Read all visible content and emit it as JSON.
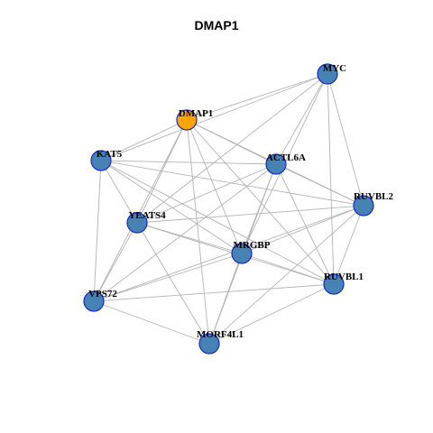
{
  "title": "DMAP1",
  "colors": {
    "center_node": "#ffa500",
    "node": "#4682b4",
    "node_border": "#1a28c8",
    "edge": "#b3b3b3"
  },
  "nodes": [
    {
      "id": "DMAP1",
      "label": "DMAP1",
      "center": true
    },
    {
      "id": "MYC",
      "label": "MYC"
    },
    {
      "id": "KAT5",
      "label": "KAT5"
    },
    {
      "id": "ACTL6A",
      "label": "ACTL6A"
    },
    {
      "id": "RUVBL2",
      "label": "RUVBL2"
    },
    {
      "id": "YEATS4",
      "label": "YEATS4"
    },
    {
      "id": "MRGBP",
      "label": "MRGBP"
    },
    {
      "id": "RUVBL1",
      "label": "RUVBL1"
    },
    {
      "id": "VPS72",
      "label": "VPS72"
    },
    {
      "id": "MORF4L1",
      "label": "MORF4L1"
    }
  ],
  "edges": [
    [
      "DMAP1",
      "MYC"
    ],
    [
      "DMAP1",
      "KAT5"
    ],
    [
      "DMAP1",
      "ACTL6A"
    ],
    [
      "DMAP1",
      "RUVBL2"
    ],
    [
      "DMAP1",
      "YEATS4"
    ],
    [
      "DMAP1",
      "MRGBP"
    ],
    [
      "DMAP1",
      "RUVBL1"
    ],
    [
      "DMAP1",
      "VPS72"
    ],
    [
      "DMAP1",
      "MORF4L1"
    ],
    [
      "MYC",
      "KAT5"
    ],
    [
      "MYC",
      "ACTL6A"
    ],
    [
      "MYC",
      "RUVBL2"
    ],
    [
      "MYC",
      "RUVBL1"
    ],
    [
      "MYC",
      "YEATS4"
    ],
    [
      "MYC",
      "MRGBP"
    ],
    [
      "KAT5",
      "ACTL6A"
    ],
    [
      "KAT5",
      "RUVBL2"
    ],
    [
      "KAT5",
      "YEATS4"
    ],
    [
      "KAT5",
      "MRGBP"
    ],
    [
      "KAT5",
      "VPS72"
    ],
    [
      "KAT5",
      "RUVBL1"
    ],
    [
      "ACTL6A",
      "RUVBL2"
    ],
    [
      "ACTL6A",
      "YEATS4"
    ],
    [
      "ACTL6A",
      "MRGBP"
    ],
    [
      "ACTL6A",
      "RUVBL1"
    ],
    [
      "ACTL6A",
      "VPS72"
    ],
    [
      "ACTL6A",
      "MORF4L1"
    ],
    [
      "RUVBL2",
      "YEATS4"
    ],
    [
      "RUVBL2",
      "MRGBP"
    ],
    [
      "RUVBL2",
      "RUVBL1"
    ],
    [
      "RUVBL2",
      "VPS72"
    ],
    [
      "RUVBL2",
      "MORF4L1"
    ],
    [
      "YEATS4",
      "MRGBP"
    ],
    [
      "YEATS4",
      "RUVBL1"
    ],
    [
      "YEATS4",
      "VPS72"
    ],
    [
      "YEATS4",
      "MORF4L1"
    ],
    [
      "MRGBP",
      "RUVBL1"
    ],
    [
      "MRGBP",
      "VPS72"
    ],
    [
      "MRGBP",
      "MORF4L1"
    ],
    [
      "RUVBL1",
      "VPS72"
    ],
    [
      "RUVBL1",
      "MORF4L1"
    ],
    [
      "VPS72",
      "MORF4L1"
    ]
  ]
}
